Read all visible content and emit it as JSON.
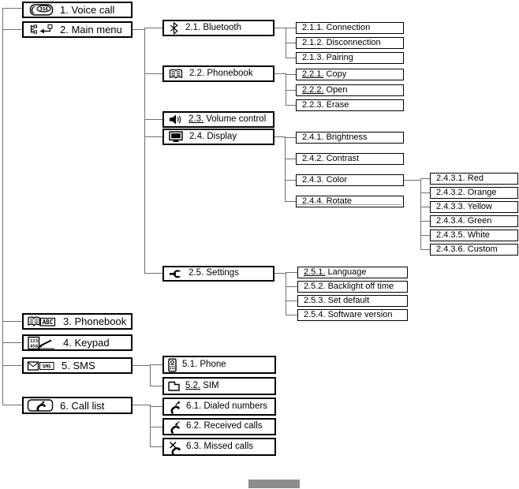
{
  "menu": {
    "voice_call": {
      "label": "1. Voice call"
    },
    "main_menu": {
      "label": "2. Main menu",
      "bluetooth": {
        "label": "2.1. Bluetooth",
        "connection": "2.1.1. Connection",
        "disconnection": "2.1.2. Disconnection",
        "pairing": "2.1.3. Pairing"
      },
      "phonebook": {
        "label": "2.2. Phonebook",
        "copy_num": "2.2.1.",
        "copy_name": "Copy",
        "open_num": "2.2.2.",
        "open_name": "Open",
        "erase": "2.2.3. Erase"
      },
      "volume_control": {
        "num": "2.3.",
        "name": "Volume control"
      },
      "display": {
        "label": "2.4. Display",
        "brightness": "2.4.1. Brightness",
        "contrast": "2.4.2. Contrast",
        "color": {
          "label": "2.4.3. Color",
          "red": "2.4.3.1. Red",
          "orange": "2.4.3.2. Orange",
          "yellow": "2.4.3.3. Yellow",
          "green": "2.4.3.4. Green",
          "white": "2.4.3.5. White",
          "custom": "2.4.3.6. Custom"
        },
        "rotate": "2.4.4. Rotate"
      },
      "settings": {
        "label": "2.5. Settings",
        "language_num": "2.5.1.",
        "language_name": "Language",
        "backlight": "2.5.2. Backlight off time",
        "set_default": "2.5.3. Set default",
        "software_version": "2.5.4. Software version"
      }
    },
    "phonebook": {
      "label": "3. Phonebook"
    },
    "keypad": {
      "label": "4. Keypad"
    },
    "sms": {
      "label": "5. SMS",
      "phone": "5.1. Phone",
      "sim_num": "5.2.",
      "sim_name": "SIM"
    },
    "call_list": {
      "label": "6. Call list",
      "dialed": "6.1. Dialed numbers",
      "received": "6.2. Received calls",
      "missed": "6.3. Missed calls"
    }
  },
  "icon_texts": {
    "voice_badge": "356",
    "abc": "ABC",
    "keypad_row1": "123",
    "keypad_row2": "456",
    "sms": "SMS"
  },
  "icons": {
    "voice-call-icon": "rounded badge with digits and speech squiggle",
    "main-menu-icon": "menu tree with enter arrow",
    "bluetooth-icon": "bluetooth rune",
    "open-book-icon": "open phonebook pages",
    "speaker-icon": "loudspeaker with sound waves",
    "monitor-icon": "display screen",
    "wrench-icon": "spanner wrench",
    "phonebook-abc-icon": "open book with ABC tab",
    "keypad-icon": "number pad with stylus",
    "sms-envelope-icon": "envelope with SMS label",
    "mobile-phone-icon": "small cellphone",
    "sim-card-icon": "SIM card outline",
    "call-list-icon": "handset with arrow in rounded frame",
    "dialed-call-icon": "handset with outgoing arrow",
    "received-call-icon": "handset with incoming arrow",
    "missed-call-icon": "handset crossed out"
  },
  "colors": {
    "box_border": "#000000",
    "connector": "#707070",
    "footer_bar": "#8d8d8d",
    "background": "#ffffff",
    "text": "#000000"
  }
}
